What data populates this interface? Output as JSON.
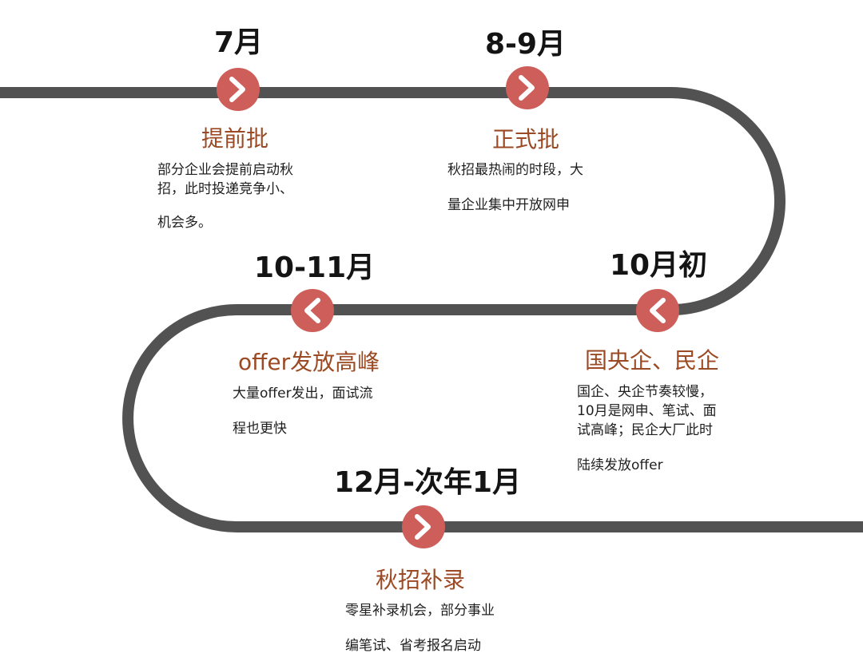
{
  "colors": {
    "track": "#525252",
    "marker": "#cd5e5a",
    "stage_title": "#9b4a24",
    "month": "#141414",
    "text": "#1f1f1f"
  },
  "stages": [
    {
      "month": "7月",
      "title": "提前批",
      "arrow": "right",
      "lines": [
        "部分企业会提前启动秋",
        "招，此时投递竞争小、",
        "机会多。"
      ]
    },
    {
      "month": "8-9月",
      "title": "正式批",
      "arrow": "right",
      "lines": [
        "秋招最热闹的时段，大",
        "量企业集中开放网申"
      ]
    },
    {
      "month": "10月初",
      "title": "国央企、民企",
      "arrow": "left",
      "lines": [
        "国企、央企节奏较慢，",
        "10月是网申、笔试、面",
        "试高峰；民企大厂此时",
        "陆续发放offer"
      ]
    },
    {
      "month": "10-11月",
      "title": "offer发放高峰",
      "arrow": "left",
      "lines": [
        "大量offer发出，面试流",
        "程也更快"
      ]
    },
    {
      "month": "12月-次年1月",
      "title": "秋招补录",
      "arrow": "right",
      "lines": [
        "零星补录机会，部分事业",
        "编笔试、省考报名启动"
      ]
    }
  ]
}
